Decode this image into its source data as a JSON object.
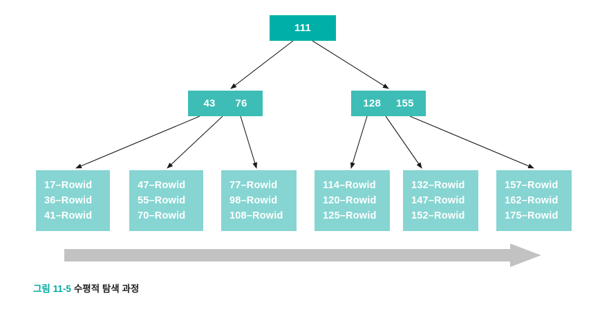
{
  "figure": {
    "caption_label": "그림 11-5",
    "caption_title": "수평적 탐색 과정"
  },
  "colors": {
    "root_node": "#00b0a8",
    "branch_node": "#3dbdb6",
    "leaf_node": "#86d5d2",
    "node_text": "#ffffff",
    "edge_arrow": "#1a1a1a",
    "scan_arrow": "#c2c2c2",
    "caption_label": "#00a9a2",
    "caption_title": "#231f20",
    "background": "#ffffff"
  },
  "tree": {
    "root": {
      "keys": [
        "111"
      ]
    },
    "branches": [
      {
        "keys": [
          "43",
          "76"
        ]
      },
      {
        "keys": [
          "128",
          "155"
        ]
      }
    ],
    "leaves": [
      {
        "entries": [
          "17–Rowid",
          "36–Rowid",
          "41–Rowid"
        ]
      },
      {
        "entries": [
          "47–Rowid",
          "55–Rowid",
          "70–Rowid"
        ]
      },
      {
        "entries": [
          "77–Rowid",
          "98–Rowid",
          "108–Rowid"
        ]
      },
      {
        "entries": [
          "114–Rowid",
          "120–Rowid",
          "125–Rowid"
        ]
      },
      {
        "entries": [
          "132–Rowid",
          "147–Rowid",
          "152–Rowid"
        ]
      },
      {
        "entries": [
          "157–Rowid",
          "162–Rowid",
          "175–Rowid"
        ]
      }
    ]
  }
}
